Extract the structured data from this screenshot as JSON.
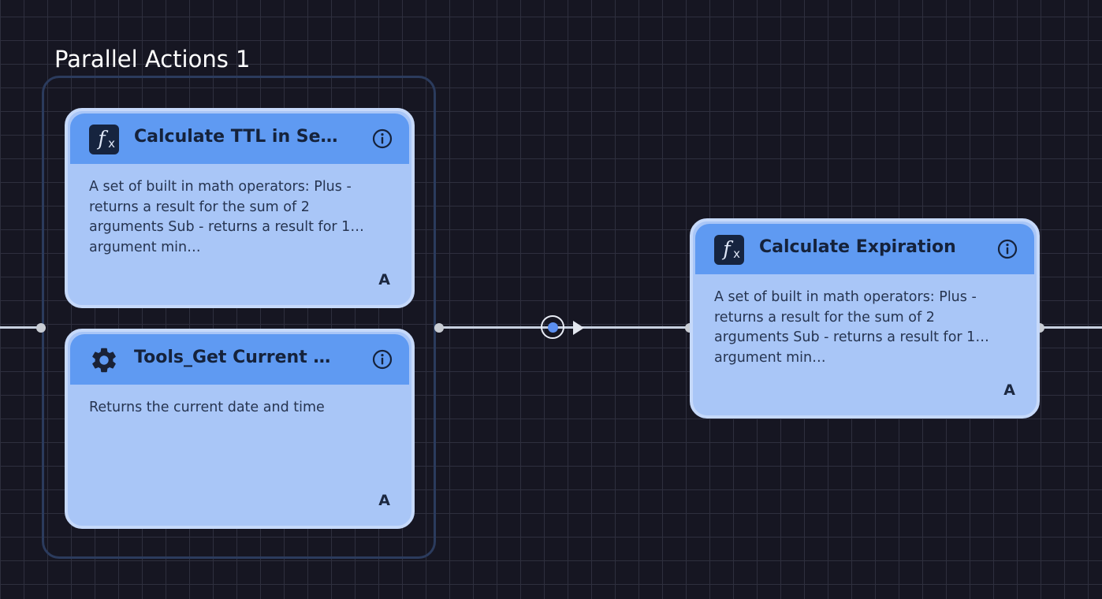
{
  "canvas": {
    "group": {
      "title": "Parallel Actions 1"
    },
    "nodes": [
      {
        "id": "calc-ttl",
        "icon": "function-fx-icon",
        "title": "Calculate TTL in Se…",
        "description": "A set of built in math operators: Plus - returns a result for the sum of 2 arguments Sub - returns a result for 1 argument min…",
        "badge": "A"
      },
      {
        "id": "tools-get-current",
        "icon": "gear-icon",
        "title": "Tools_Get Current …",
        "description": "Returns the current date and time",
        "badge": "A"
      },
      {
        "id": "calc-expiration",
        "icon": "function-fx-icon",
        "title": "Calculate Expiration",
        "description": "A set of built in math operators: Plus - returns a result for the sum of 2 arguments Sub - returns a result for 1 argument min…",
        "badge": "A"
      }
    ]
  },
  "colors": {
    "background": "#161622",
    "grid_line": "#2e2f3e",
    "node_body": "#a9c6f7",
    "node_header": "#5f9af2",
    "group_border": "#2b3b5d",
    "connector": "#c7d0df",
    "flow_marker": "#5b8ff0"
  }
}
